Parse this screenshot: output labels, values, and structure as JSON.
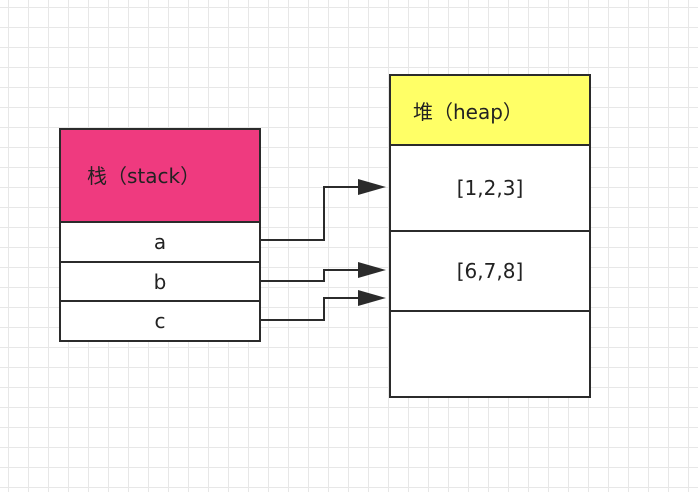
{
  "stack": {
    "header_label": "栈（stack）",
    "header_color": "#ef3a7f",
    "cells": [
      "a",
      "b",
      "c"
    ]
  },
  "heap": {
    "header_label": "堆（heap）",
    "header_color": "#ffff66",
    "cells": [
      "[1,2,3]",
      "[6,7,8]",
      ""
    ]
  },
  "references": [
    {
      "from": "a",
      "to": "[1,2,3]"
    },
    {
      "from": "b",
      "to": "[6,7,8]"
    },
    {
      "from": "c",
      "to": "[6,7,8]"
    }
  ]
}
